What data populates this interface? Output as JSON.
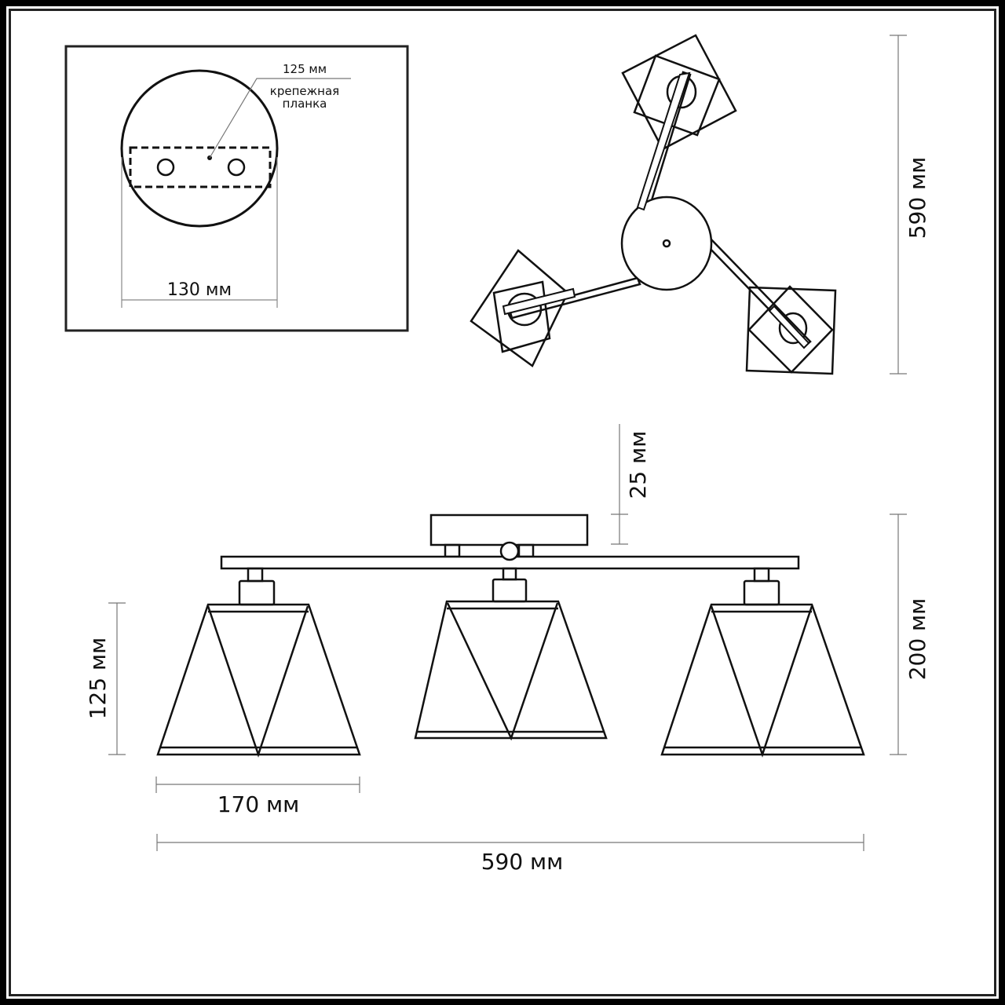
{
  "mount_detail": {
    "plate_length": "125 мм",
    "plate_label_line1": "крепежная",
    "plate_label_line2": "планка",
    "canopy_diameter": "130 мм"
  },
  "top_view": {
    "overall_size": "590 мм"
  },
  "side_view": {
    "canopy_height": "25 мм",
    "total_height": "200 мм",
    "shade_height": "125 мм",
    "shade_width": "170 мм",
    "total_width": "590 мм"
  },
  "colors": {
    "line": "#111111",
    "dimension_line": "#666666",
    "background": "#ffffff"
  }
}
